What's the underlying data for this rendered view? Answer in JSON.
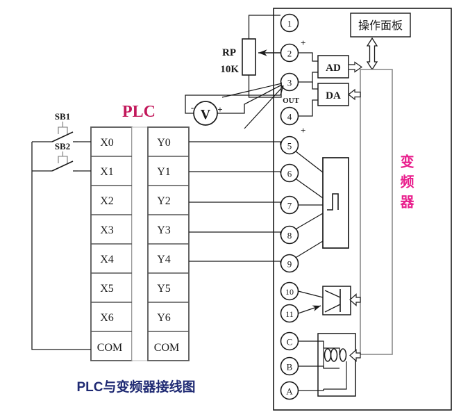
{
  "diagram": {
    "title": "PLC与变频器接线图",
    "title_color": "#1f2a73",
    "plc_label": "PLC",
    "plc_label_color": "#c2185b",
    "inverter_label": "变频器",
    "inverter_label_color": "#e91e8c",
    "operation_panel_label": "操作面板"
  },
  "plc": {
    "inputs": [
      {
        "name": "X0"
      },
      {
        "name": "X1"
      },
      {
        "name": "X2"
      },
      {
        "name": "X3"
      },
      {
        "name": "X4"
      },
      {
        "name": "X5"
      },
      {
        "name": "X6"
      },
      {
        "name": "COM"
      }
    ],
    "outputs": [
      {
        "name": "Y0"
      },
      {
        "name": "Y1"
      },
      {
        "name": "Y2"
      },
      {
        "name": "Y3"
      },
      {
        "name": "Y4"
      },
      {
        "name": "Y5"
      },
      {
        "name": "Y6"
      },
      {
        "name": "COM"
      }
    ]
  },
  "switches": [
    {
      "name": "SB1"
    },
    {
      "name": "SB2"
    }
  ],
  "potentiometer": {
    "label": "RP",
    "value": "10K"
  },
  "voltmeter": {
    "symbol": "V",
    "minus": "-",
    "plus": "+"
  },
  "converters": {
    "ad": "AD",
    "da": "DA"
  },
  "markers": {
    "out": "OUT",
    "plus_t2": "+",
    "plus_t4": "+"
  },
  "inverter_terminals": [
    {
      "id": "1"
    },
    {
      "id": "2"
    },
    {
      "id": "3"
    },
    {
      "id": "4"
    },
    {
      "id": "5"
    },
    {
      "id": "6"
    },
    {
      "id": "7"
    },
    {
      "id": "8"
    },
    {
      "id": "9"
    },
    {
      "id": "10"
    },
    {
      "id": "11"
    },
    {
      "id": "C"
    },
    {
      "id": "B"
    },
    {
      "id": "A"
    }
  ]
}
